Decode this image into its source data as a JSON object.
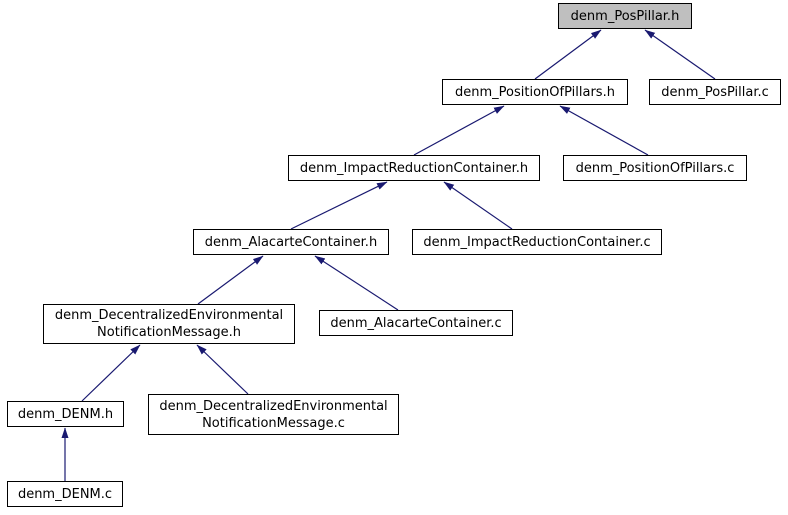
{
  "diagram": {
    "type": "include-dependency-graph",
    "description": "Files that directly or indirectly include denm_PosPillar.h",
    "colors": {
      "edge_arrow": "#191970",
      "node_border": "#000000",
      "node_fill": "#ffffff",
      "highlighted_node_fill": "#bfbfbf",
      "text": "#000000",
      "background": "#ffffff"
    },
    "nodes": [
      {
        "id": "denm_PosPillar_h",
        "label": "denm_PosPillar.h",
        "highlighted": true
      },
      {
        "id": "denm_PositionOfPillars_h",
        "label": "denm_PositionOfPillars.h",
        "highlighted": false
      },
      {
        "id": "denm_PosPillar_c",
        "label": "denm_PosPillar.c",
        "highlighted": false
      },
      {
        "id": "denm_ImpactReductionContainer_h",
        "label": "denm_ImpactReductionContainer.h",
        "highlighted": false
      },
      {
        "id": "denm_PositionOfPillars_c",
        "label": "denm_PositionOfPillars.c",
        "highlighted": false
      },
      {
        "id": "denm_AlacarteContainer_h",
        "label": "denm_AlacarteContainer.h",
        "highlighted": false
      },
      {
        "id": "denm_ImpactReductionContainer_c",
        "label": "denm_ImpactReductionContainer.c",
        "highlighted": false
      },
      {
        "id": "denm_DecentralizedEnvironmentalNotificationMessage_h",
        "label": "denm_DecentralizedEnvironmental\nNotificationMessage.h",
        "highlighted": false
      },
      {
        "id": "denm_AlacarteContainer_c",
        "label": "denm_AlacarteContainer.c",
        "highlighted": false
      },
      {
        "id": "denm_DENM_h",
        "label": "denm_DENM.h",
        "highlighted": false
      },
      {
        "id": "denm_DecentralizedEnvironmentalNotificationMessage_c",
        "label": "denm_DecentralizedEnvironmental\nNotificationMessage.c",
        "highlighted": false
      },
      {
        "id": "denm_DENM_c",
        "label": "denm_DENM.c",
        "highlighted": false
      }
    ],
    "edges": [
      {
        "from": "denm_PositionOfPillars_h",
        "to": "denm_PosPillar_h"
      },
      {
        "from": "denm_PosPillar_c",
        "to": "denm_PosPillar_h"
      },
      {
        "from": "denm_ImpactReductionContainer_h",
        "to": "denm_PositionOfPillars_h"
      },
      {
        "from": "denm_PositionOfPillars_c",
        "to": "denm_PositionOfPillars_h"
      },
      {
        "from": "denm_AlacarteContainer_h",
        "to": "denm_ImpactReductionContainer_h"
      },
      {
        "from": "denm_ImpactReductionContainer_c",
        "to": "denm_ImpactReductionContainer_h"
      },
      {
        "from": "denm_DecentralizedEnvironmentalNotificationMessage_h",
        "to": "denm_AlacarteContainer_h"
      },
      {
        "from": "denm_AlacarteContainer_c",
        "to": "denm_AlacarteContainer_h"
      },
      {
        "from": "denm_DENM_h",
        "to": "denm_DecentralizedEnvironmentalNotificationMessage_h"
      },
      {
        "from": "denm_DecentralizedEnvironmentalNotificationMessage_c",
        "to": "denm_DecentralizedEnvironmentalNotificationMessage_h"
      },
      {
        "from": "denm_DENM_c",
        "to": "denm_DENM_h"
      }
    ]
  }
}
